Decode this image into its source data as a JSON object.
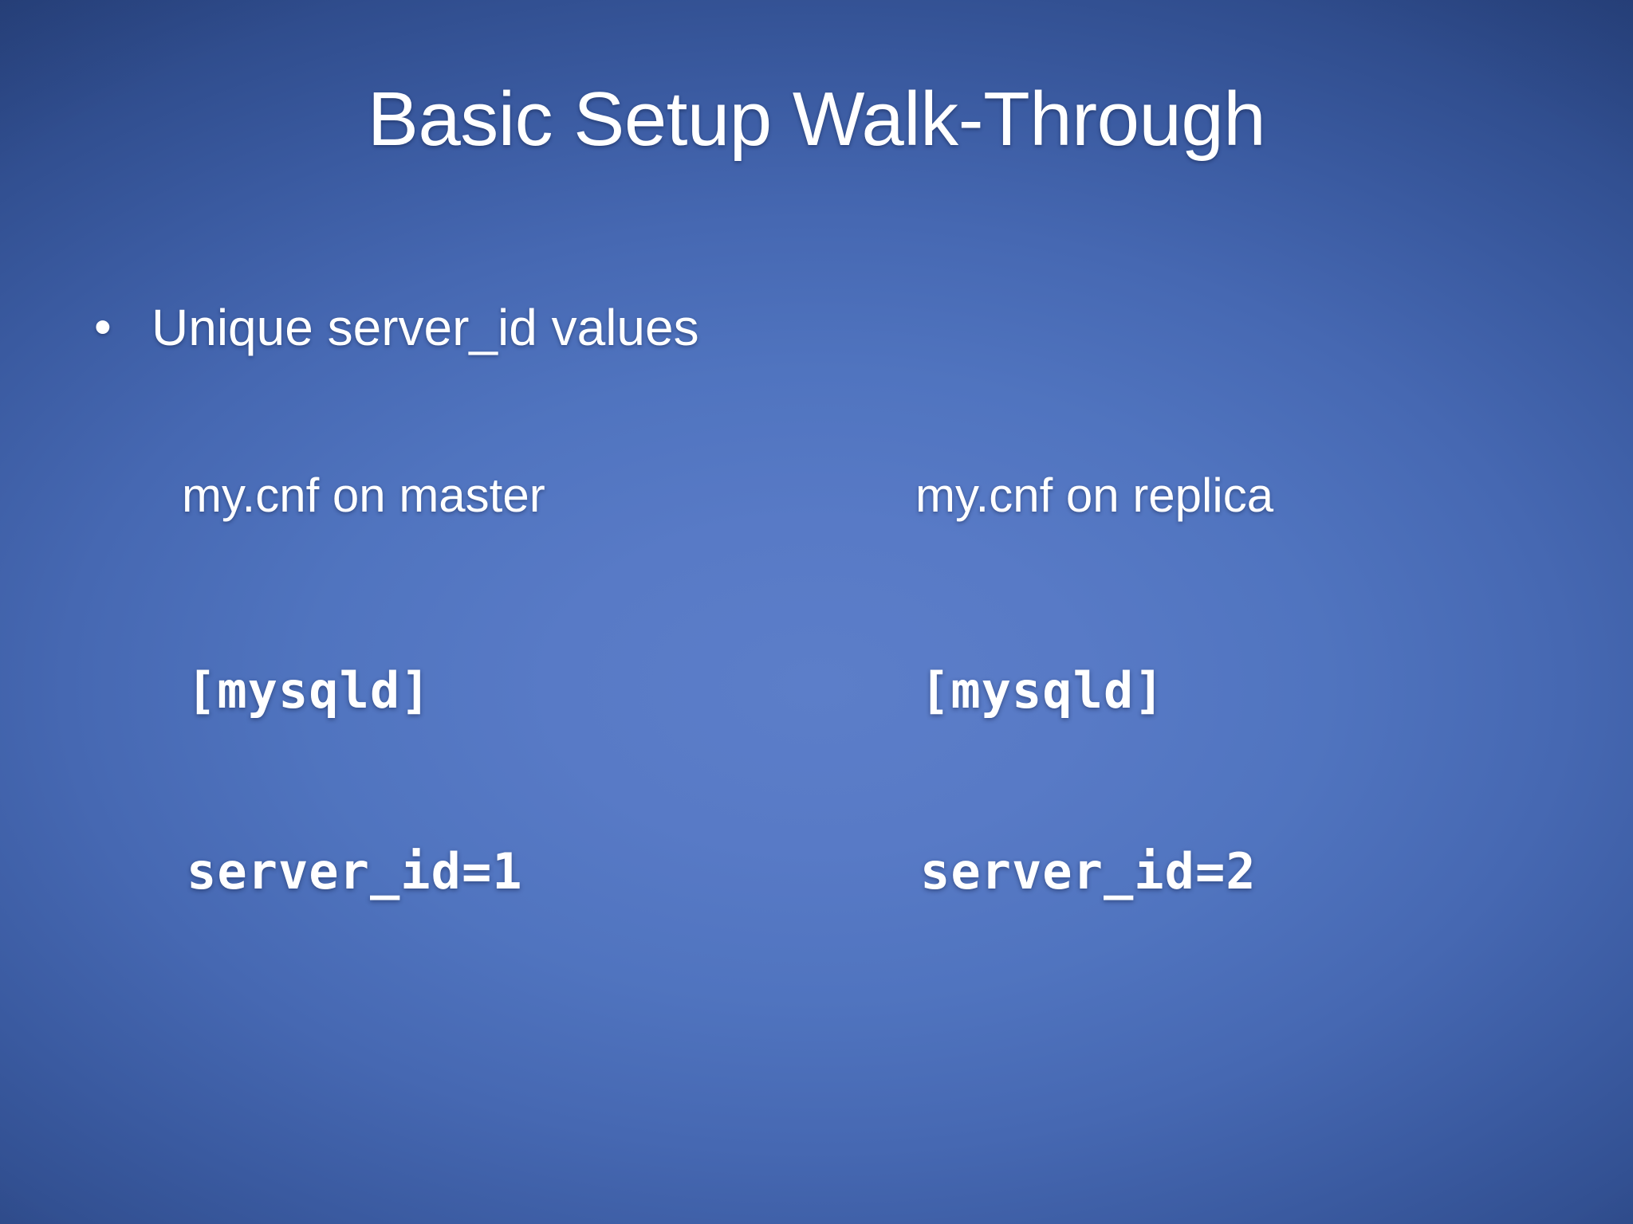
{
  "slide": {
    "title": "Basic Setup Walk-Through",
    "bullets": [
      {
        "marker": "•",
        "text": "Unique server_id values"
      }
    ],
    "columns": [
      {
        "id": "master",
        "heading": "my.cnf on master",
        "code_lines": [
          "[mysqld]",
          "server_id=1"
        ]
      },
      {
        "id": "replica",
        "heading": "my.cnf on replica",
        "code_lines": [
          "[mysqld]",
          "server_id=2"
        ]
      }
    ]
  },
  "theme": {
    "background_center": "#5c7ec9",
    "background_edge": "#152452",
    "text_color": "#ffffff"
  }
}
